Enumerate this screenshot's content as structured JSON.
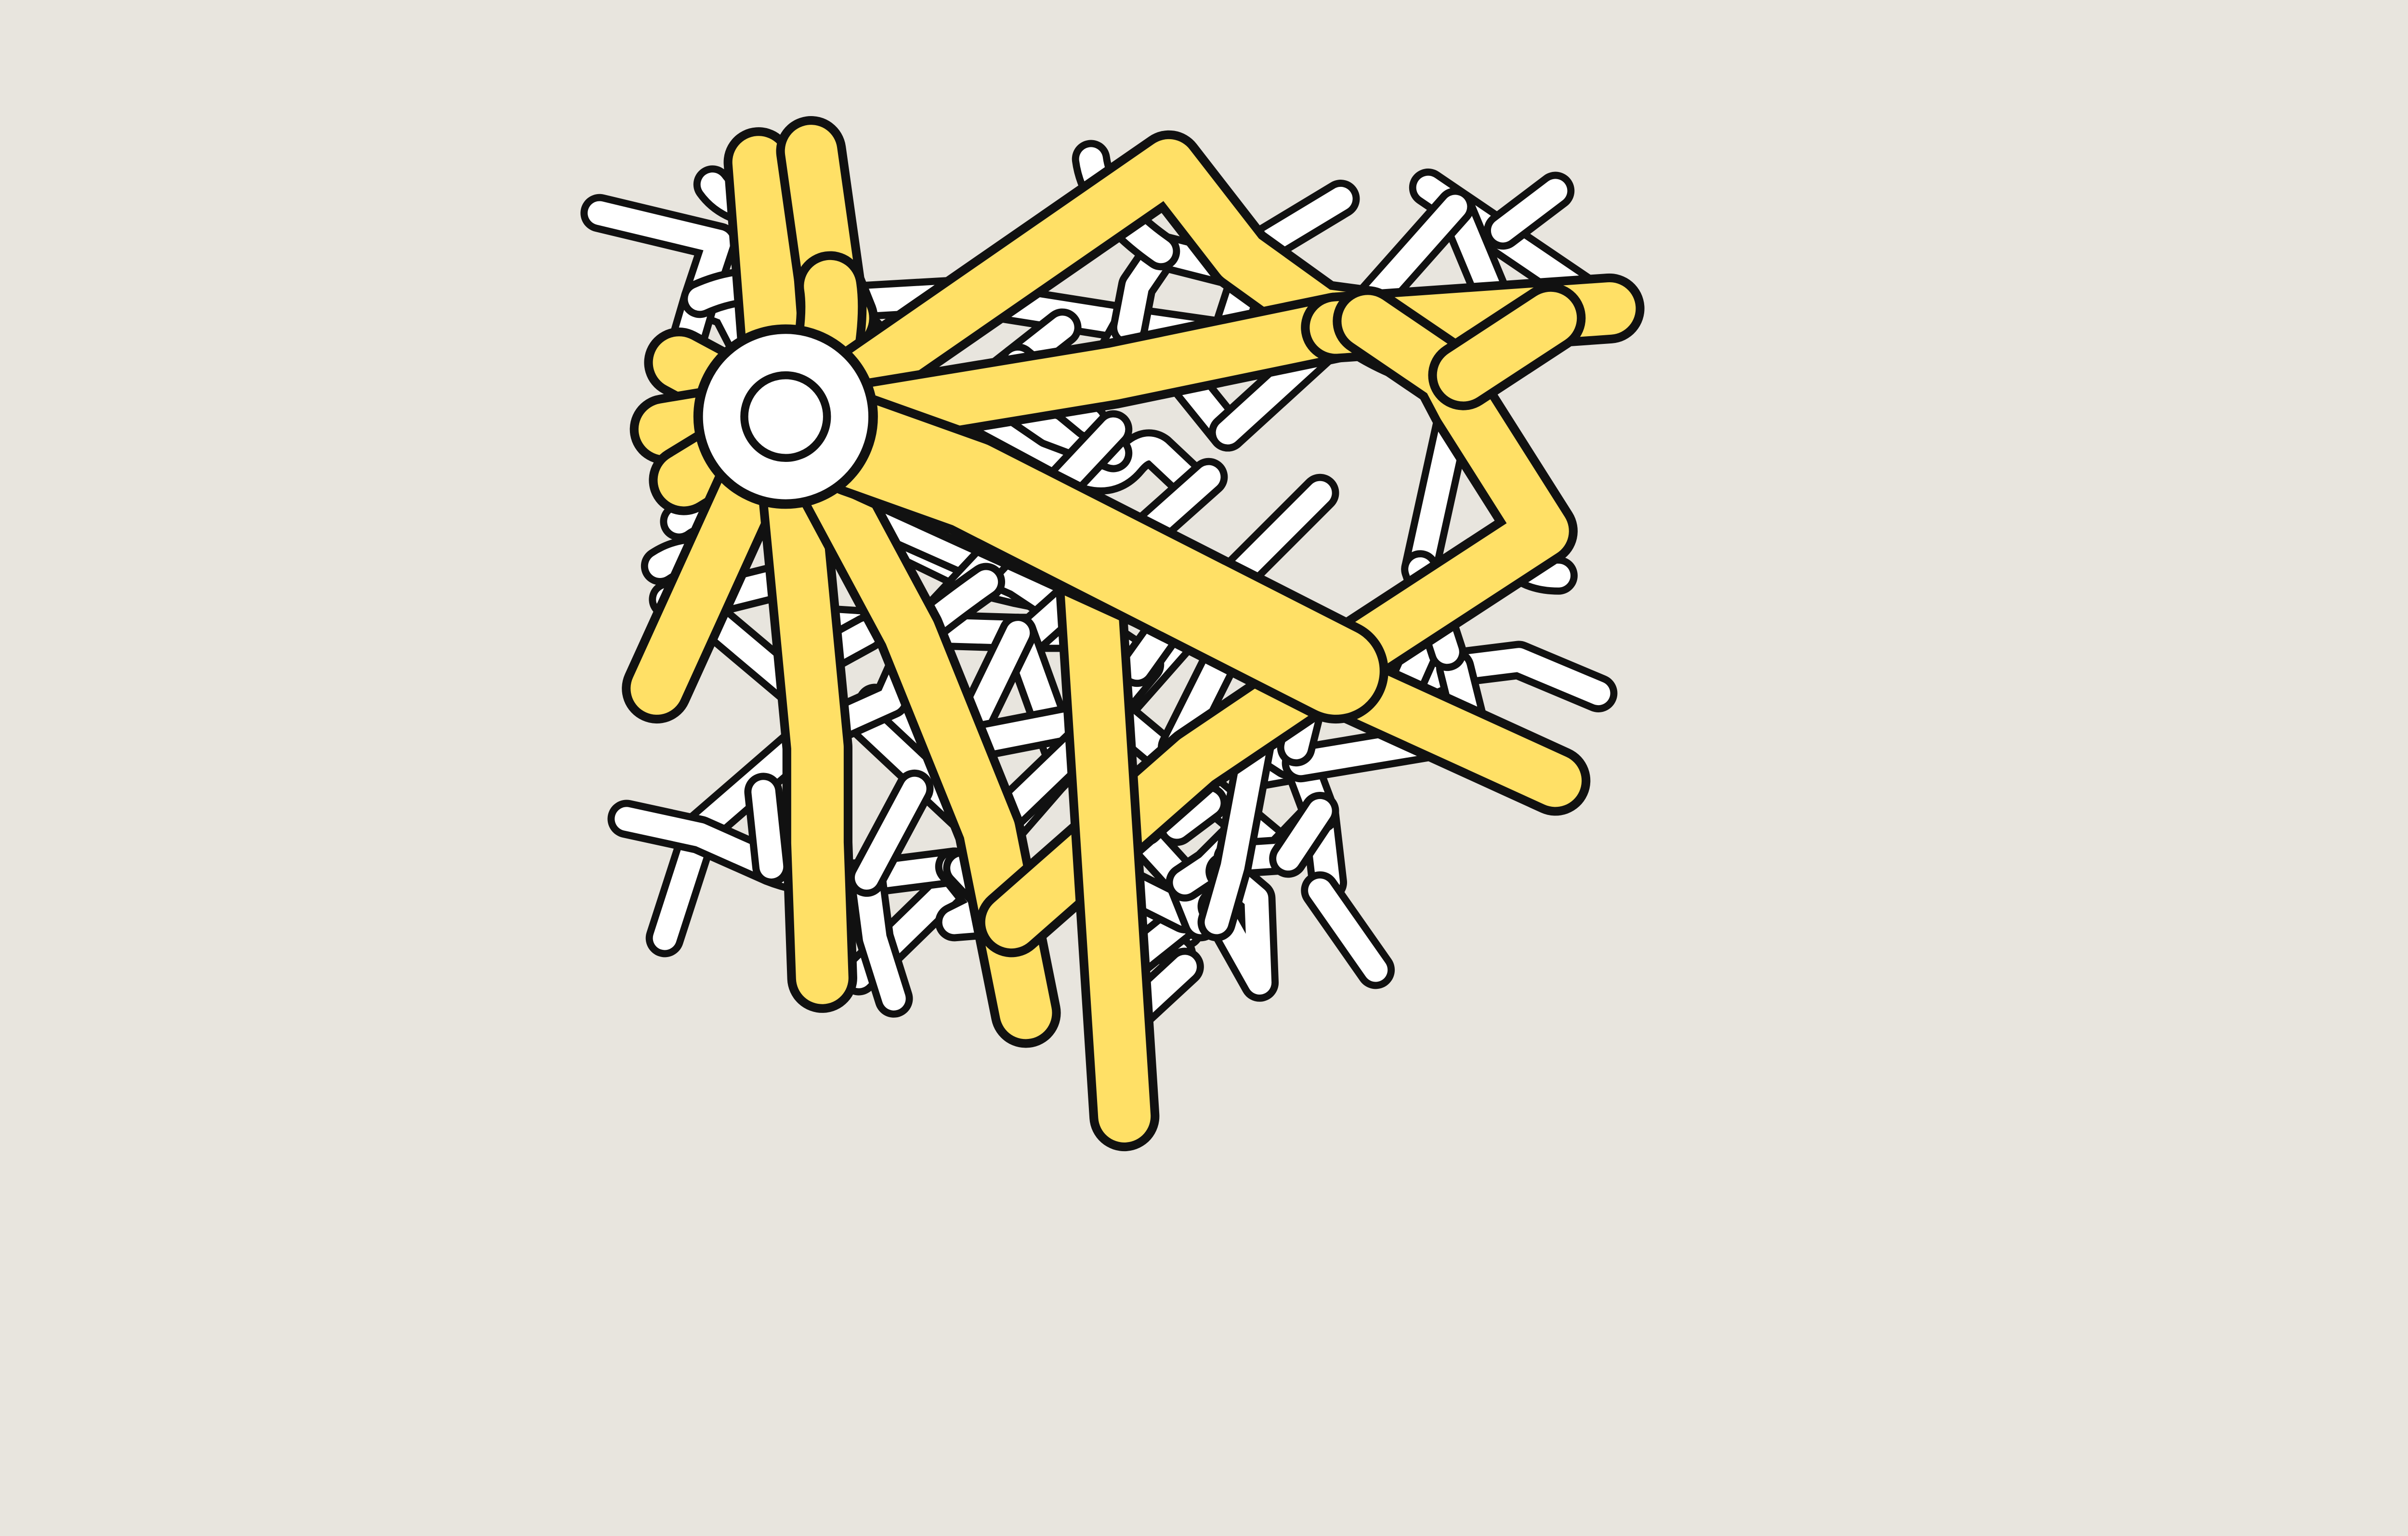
{
  "map": {
    "type": "street-network",
    "labels": [],
    "colors": {
      "background": "#e8e5de",
      "street": "#ffffff",
      "major_road": "#ffe066",
      "casing": "#111111"
    },
    "road_classes": [
      "street",
      "major"
    ]
  }
}
